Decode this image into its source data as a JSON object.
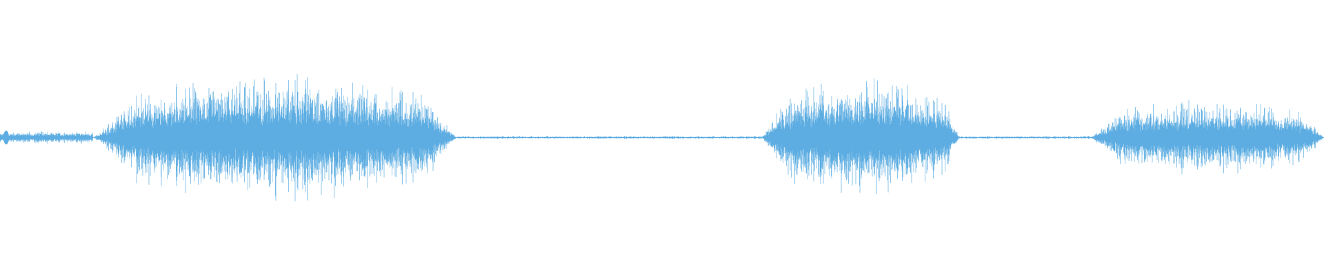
{
  "waveform": {
    "color": "#5DADE2",
    "background": "#ffffff",
    "segments": [
      {
        "name": "lead-in",
        "start": 0.0,
        "end": 0.07,
        "amplitude": 0.08
      },
      {
        "name": "burst-1",
        "start": 0.07,
        "end": 0.345,
        "amplitude": 0.85
      },
      {
        "name": "silence-1",
        "start": 0.345,
        "end": 0.575,
        "amplitude": 0.02
      },
      {
        "name": "burst-2",
        "start": 0.575,
        "end": 0.725,
        "amplitude": 0.8
      },
      {
        "name": "silence-2",
        "start": 0.725,
        "end": 0.823,
        "amplitude": 0.02
      },
      {
        "name": "burst-3",
        "start": 0.823,
        "end": 1.0,
        "amplitude": 0.5
      }
    ]
  }
}
